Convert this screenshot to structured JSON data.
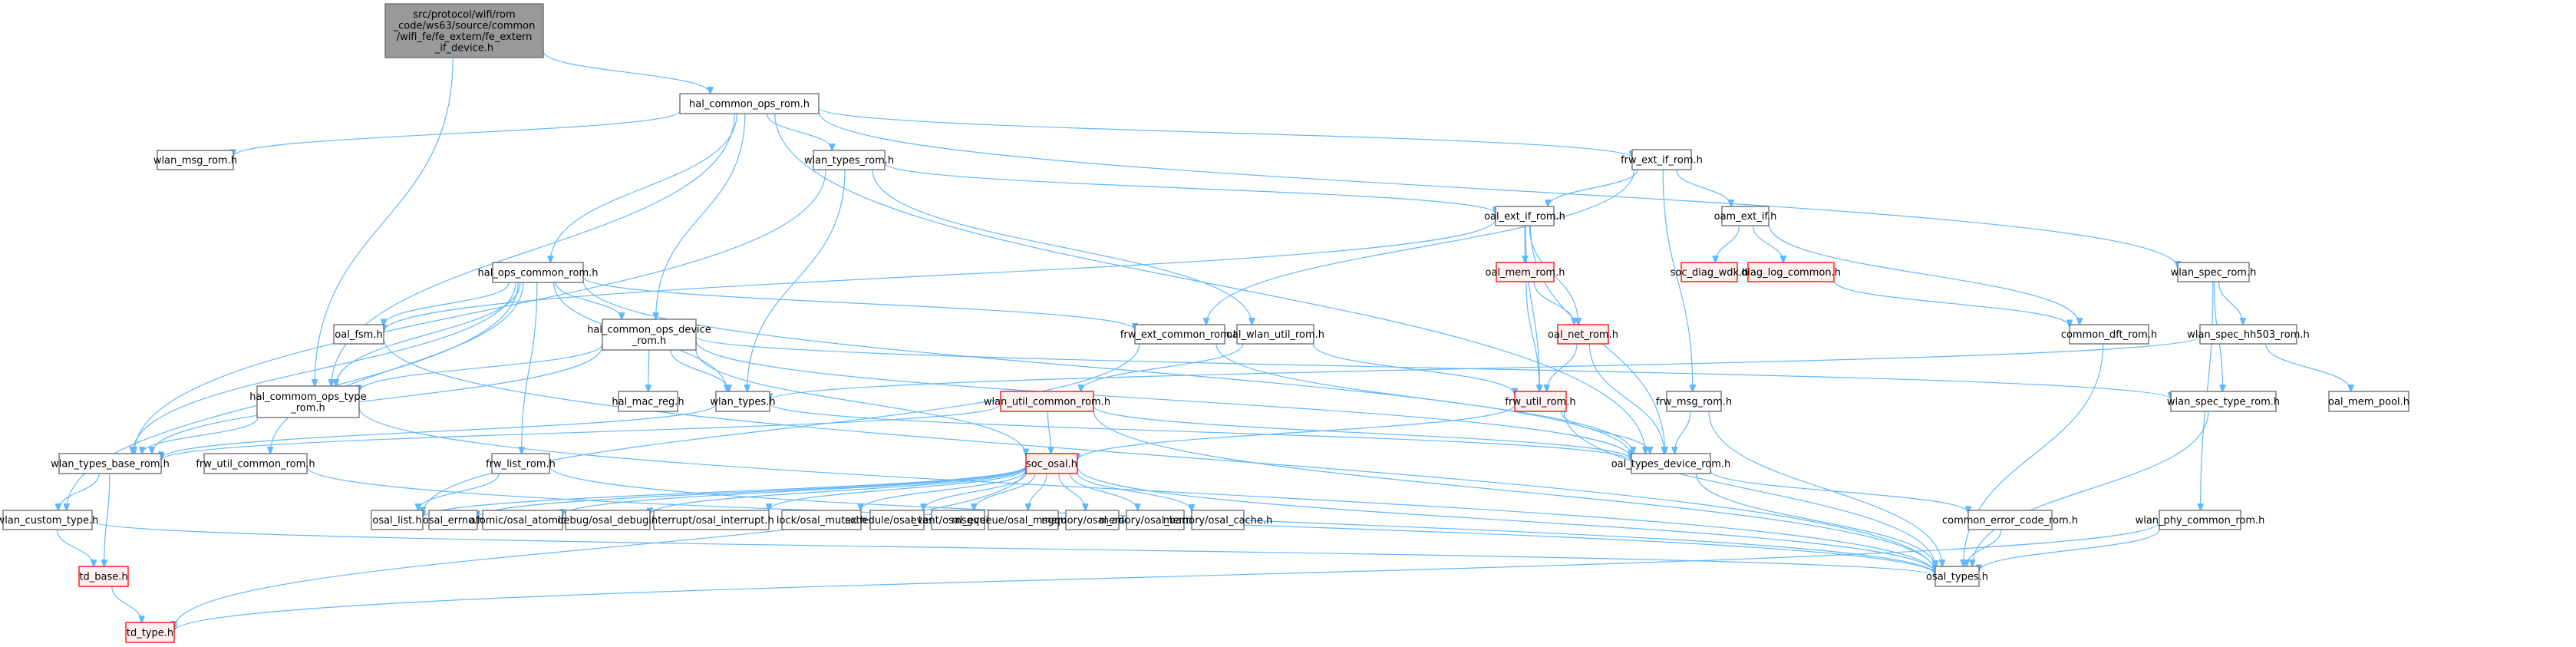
{
  "title": "Include dependency graph for fe_extern_if_device.h",
  "colors": {
    "edge": "#63b8ff",
    "root_fill": "#999999",
    "node_fill": "#ffffff",
    "node_border": "#666666",
    "missing_fill": "#fff0f0",
    "missing_border": "#ff0000"
  },
  "nodes": [
    {
      "id": "root",
      "label": [
        "src/protocol/wifi/rom",
        "_code/ws63/source/common",
        "/wifi_fe/fe_extern/fe_extern",
        "_if_device.h"
      ],
      "kind": "root"
    },
    {
      "id": "hal_common_ops_rom",
      "label": [
        "hal_common_ops_rom.h"
      ],
      "kind": "normal"
    },
    {
      "id": "wlan_msg_rom",
      "label": [
        "wlan_msg_rom.h"
      ],
      "kind": "normal"
    },
    {
      "id": "wlan_types_rom",
      "label": [
        "wlan_types_rom.h"
      ],
      "kind": "normal"
    },
    {
      "id": "frw_ext_if_rom",
      "label": [
        "frw_ext_if_rom.h"
      ],
      "kind": "normal"
    },
    {
      "id": "oal_ext_if_rom",
      "label": [
        "oal_ext_if_rom.h"
      ],
      "kind": "normal"
    },
    {
      "id": "oam_ext_if",
      "label": [
        "oam_ext_if.h"
      ],
      "kind": "normal"
    },
    {
      "id": "hal_ops_common_rom",
      "label": [
        "hal_ops_common_rom.h"
      ],
      "kind": "normal"
    },
    {
      "id": "oal_mem_rom",
      "label": [
        "oal_mem_rom.h"
      ],
      "kind": "missing"
    },
    {
      "id": "soc_diag_wdk",
      "label": [
        "soc_diag_wdk.h"
      ],
      "kind": "missing"
    },
    {
      "id": "diag_log_common",
      "label": [
        "diag_log_common.h"
      ],
      "kind": "missing"
    },
    {
      "id": "wlan_spec_rom",
      "label": [
        "wlan_spec_rom.h"
      ],
      "kind": "normal"
    },
    {
      "id": "oal_fsm",
      "label": [
        "oal_fsm.h"
      ],
      "kind": "normal"
    },
    {
      "id": "hal_common_ops_device_rom",
      "label": [
        "hal_common_ops_device",
        "_rom.h"
      ],
      "kind": "normal"
    },
    {
      "id": "frw_ext_common_rom",
      "label": [
        "frw_ext_common_rom.h"
      ],
      "kind": "normal"
    },
    {
      "id": "oal_wlan_util_rom",
      "label": [
        "oal_wlan_util_rom.h"
      ],
      "kind": "normal"
    },
    {
      "id": "oal_net_rom",
      "label": [
        "oal_net_rom.h"
      ],
      "kind": "missing"
    },
    {
      "id": "common_dft_rom",
      "label": [
        "common_dft_rom.h"
      ],
      "kind": "normal"
    },
    {
      "id": "wlan_spec_hh503_rom",
      "label": [
        "wlan_spec_hh503_rom.h"
      ],
      "kind": "normal"
    },
    {
      "id": "hal_commom_ops_type_rom",
      "label": [
        "hal_commom_ops_type",
        "_rom.h"
      ],
      "kind": "normal"
    },
    {
      "id": "hal_mac_reg",
      "label": [
        "hal_mac_reg.h"
      ],
      "kind": "normal"
    },
    {
      "id": "wlan_types",
      "label": [
        "wlan_types.h"
      ],
      "kind": "normal"
    },
    {
      "id": "wlan_util_common_rom",
      "label": [
        "wlan_util_common_rom.h"
      ],
      "kind": "missing"
    },
    {
      "id": "frw_util_rom",
      "label": [
        "frw_util_rom.h"
      ],
      "kind": "missing"
    },
    {
      "id": "frw_msg_rom",
      "label": [
        "frw_msg_rom.h"
      ],
      "kind": "normal"
    },
    {
      "id": "wlan_spec_type_rom",
      "label": [
        "wlan_spec_type_rom.h"
      ],
      "kind": "normal"
    },
    {
      "id": "oal_mem_pool",
      "label": [
        "oal_mem_pool.h"
      ],
      "kind": "normal"
    },
    {
      "id": "wlan_types_base_rom",
      "label": [
        "wlan_types_base_rom.h"
      ],
      "kind": "normal"
    },
    {
      "id": "frw_util_common_rom",
      "label": [
        "frw_util_common_rom.h"
      ],
      "kind": "normal"
    },
    {
      "id": "frw_list_rom",
      "label": [
        "frw_list_rom.h"
      ],
      "kind": "normal"
    },
    {
      "id": "soc_osal",
      "label": [
        "soc_osal.h"
      ],
      "kind": "missing"
    },
    {
      "id": "oal_types_device_rom",
      "label": [
        "oal_types_device_rom.h"
      ],
      "kind": "normal"
    },
    {
      "id": "wlan_custom_type",
      "label": [
        "wlan_custom_type.h"
      ],
      "kind": "normal"
    },
    {
      "id": "osal_list",
      "label": [
        "osal_list.h"
      ],
      "kind": "normal"
    },
    {
      "id": "osal_errno",
      "label": [
        "osal_errno.h"
      ],
      "kind": "normal"
    },
    {
      "id": "osal_atomic",
      "label": [
        "atomic/osal_atomic.h"
      ],
      "kind": "normal"
    },
    {
      "id": "osal_debug",
      "label": [
        "debug/osal_debug.h"
      ],
      "kind": "normal"
    },
    {
      "id": "osal_interrupt",
      "label": [
        "interrupt/osal_interrupt.h"
      ],
      "kind": "normal"
    },
    {
      "id": "osal_mutex",
      "label": [
        "lock/osal_mutex.h"
      ],
      "kind": "normal"
    },
    {
      "id": "osal_task",
      "label": [
        "schedule/osal_task.h"
      ],
      "kind": "normal"
    },
    {
      "id": "osal_event",
      "label": [
        "event/osal_event.h"
      ],
      "kind": "normal"
    },
    {
      "id": "osal_msgqueue",
      "label": [
        "msgqueue/osal_msgqueue.h"
      ],
      "kind": "normal"
    },
    {
      "id": "osal_addr",
      "label": [
        "memory/osal_addr.h"
      ],
      "kind": "normal"
    },
    {
      "id": "osal_barrier",
      "label": [
        "memory/osal_barrier.h"
      ],
      "kind": "normal"
    },
    {
      "id": "osal_cache",
      "label": [
        "memory/osal_cache.h"
      ],
      "kind": "normal"
    },
    {
      "id": "common_error_code_rom",
      "label": [
        "common_error_code_rom.h"
      ],
      "kind": "normal"
    },
    {
      "id": "wlan_phy_common_rom",
      "label": [
        "wlan_phy_common_rom.h"
      ],
      "kind": "normal"
    },
    {
      "id": "td_base",
      "label": [
        "td_base.h"
      ],
      "kind": "missing"
    },
    {
      "id": "osal_types",
      "label": [
        "osal_types.h"
      ],
      "kind": "normal"
    },
    {
      "id": "td_type",
      "label": [
        "td_type.h"
      ],
      "kind": "missing"
    }
  ],
  "edges": [
    [
      "root",
      "hal_common_ops_rom"
    ],
    [
      "root",
      "hal_commom_ops_type_rom"
    ],
    [
      "hal_common_ops_rom",
      "wlan_msg_rom"
    ],
    [
      "hal_common_ops_rom",
      "wlan_types_rom"
    ],
    [
      "hal_common_ops_rom",
      "frw_ext_if_rom"
    ],
    [
      "hal_common_ops_rom",
      "hal_ops_common_rom"
    ],
    [
      "hal_common_ops_rom",
      "hal_common_ops_device_rom"
    ],
    [
      "hal_common_ops_rom",
      "hal_commom_ops_type_rom"
    ],
    [
      "hal_common_ops_rom",
      "wlan_spec_rom"
    ],
    [
      "hal_common_ops_rom",
      "oal_types_device_rom"
    ],
    [
      "wlan_types_rom",
      "oal_ext_if_rom"
    ],
    [
      "wlan_types_rom",
      "wlan_types"
    ],
    [
      "wlan_types_rom",
      "oal_wlan_util_rom"
    ],
    [
      "wlan_types_rom",
      "wlan_types_base_rom"
    ],
    [
      "frw_ext_if_rom",
      "oal_ext_if_rom"
    ],
    [
      "frw_ext_if_rom",
      "oam_ext_if"
    ],
    [
      "frw_ext_if_rom",
      "frw_ext_common_rom"
    ],
    [
      "frw_ext_if_rom",
      "frw_msg_rom"
    ],
    [
      "oal_ext_if_rom",
      "oal_mem_rom"
    ],
    [
      "oal_ext_if_rom",
      "oal_net_rom"
    ],
    [
      "oal_ext_if_rom",
      "frw_util_rom"
    ],
    [
      "oal_ext_if_rom",
      "oal_types_device_rom"
    ],
    [
      "oal_ext_if_rom",
      "oal_fsm"
    ],
    [
      "oam_ext_if",
      "soc_diag_wdk"
    ],
    [
      "oam_ext_if",
      "diag_log_common"
    ],
    [
      "oam_ext_if",
      "common_dft_rom"
    ],
    [
      "diag_log_common",
      "common_dft_rom"
    ],
    [
      "oal_mem_rom",
      "oal_net_rom"
    ],
    [
      "oal_mem_rom",
      "frw_util_rom"
    ],
    [
      "oal_net_rom",
      "frw_util_rom"
    ],
    [
      "oal_net_rom",
      "oal_types_device_rom"
    ],
    [
      "wlan_spec_rom",
      "wlan_spec_hh503_rom"
    ],
    [
      "wlan_spec_rom",
      "wlan_spec_type_rom"
    ],
    [
      "wlan_spec_rom",
      "wlan_phy_common_rom"
    ],
    [
      "wlan_spec_hh503_rom",
      "oal_mem_pool"
    ],
    [
      "wlan_spec_hh503_rom",
      "wlan_types"
    ],
    [
      "hal_ops_common_rom",
      "oal_fsm"
    ],
    [
      "hal_ops_common_rom",
      "hal_common_ops_device_rom"
    ],
    [
      "hal_ops_common_rom",
      "frw_ext_common_rom"
    ],
    [
      "hal_ops_common_rom",
      "wlan_types"
    ],
    [
      "hal_ops_common_rom",
      "hal_commom_ops_type_rom"
    ],
    [
      "hal_ops_common_rom",
      "wlan_types_base_rom"
    ],
    [
      "hal_ops_common_rom",
      "frw_util_common_rom"
    ],
    [
      "hal_ops_common_rom",
      "frw_list_rom"
    ],
    [
      "hal_ops_common_rom",
      "wlan_custom_type"
    ],
    [
      "hal_ops_common_rom",
      "oal_types_device_rom"
    ],
    [
      "hal_common_ops_device_rom",
      "hal_mac_reg"
    ],
    [
      "hal_common_ops_device_rom",
      "wlan_types"
    ],
    [
      "hal_common_ops_device_rom",
      "hal_commom_ops_type_rom"
    ],
    [
      "hal_common_ops_device_rom",
      "wlan_types_base_rom"
    ],
    [
      "hal_common_ops_device_rom",
      "soc_osal"
    ],
    [
      "hal_common_ops_device_rom",
      "wlan_spec_type_rom"
    ],
    [
      "hal_common_ops_device_rom",
      "oal_types_device_rom"
    ],
    [
      "frw_ext_common_rom",
      "oal_types_device_rom"
    ],
    [
      "frw_ext_common_rom",
      "osal_list"
    ],
    [
      "oal_wlan_util_rom",
      "wlan_util_common_rom"
    ],
    [
      "oal_wlan_util_rom",
      "frw_util_rom"
    ],
    [
      "hal_commom_ops_type_rom",
      "wlan_types_base_rom"
    ],
    [
      "hal_commom_ops_type_rom",
      "osal_types"
    ],
    [
      "wlan_types",
      "wlan_types_base_rom"
    ],
    [
      "wlan_types",
      "oal_types_device_rom"
    ],
    [
      "wlan_util_common_rom",
      "soc_osal"
    ],
    [
      "wlan_util_common_rom",
      "wlan_types_base_rom"
    ],
    [
      "wlan_util_common_rom",
      "oal_types_device_rom"
    ],
    [
      "wlan_util_common_rom",
      "osal_types"
    ],
    [
      "frw_util_rom",
      "soc_osal"
    ],
    [
      "frw_util_rom",
      "oal_types_device_rom"
    ],
    [
      "frw_util_rom",
      "osal_types"
    ],
    [
      "frw_msg_rom",
      "oal_types_device_rom"
    ],
    [
      "frw_msg_rom",
      "osal_types"
    ],
    [
      "wlan_spec_type_rom",
      "osal_types"
    ],
    [
      "oal_fsm",
      "osal_types"
    ],
    [
      "wlan_types_base_rom",
      "wlan_custom_type"
    ],
    [
      "wlan_types_base_rom",
      "td_base"
    ],
    [
      "frw_util_common_rom",
      "osal_types"
    ],
    [
      "frw_list_rom",
      "osal_list"
    ],
    [
      "frw_list_rom",
      "osal_types"
    ],
    [
      "soc_osal",
      "osal_list"
    ],
    [
      "soc_osal",
      "osal_errno"
    ],
    [
      "soc_osal",
      "osal_atomic"
    ],
    [
      "soc_osal",
      "osal_debug"
    ],
    [
      "soc_osal",
      "osal_interrupt"
    ],
    [
      "soc_osal",
      "osal_mutex"
    ],
    [
      "soc_osal",
      "osal_task"
    ],
    [
      "soc_osal",
      "osal_event"
    ],
    [
      "soc_osal",
      "osal_msgqueue"
    ],
    [
      "soc_osal",
      "osal_addr"
    ],
    [
      "soc_osal",
      "osal_barrier"
    ],
    [
      "soc_osal",
      "osal_cache"
    ],
    [
      "soc_osal",
      "osal_types"
    ],
    [
      "soc_osal",
      "td_type"
    ],
    [
      "oal_types_device_rom",
      "osal_types"
    ],
    [
      "oal_types_device_rom",
      "common_error_code_rom"
    ],
    [
      "common_error_code_rom",
      "osal_types"
    ],
    [
      "common_dft_rom",
      "osal_types"
    ],
    [
      "wlan_phy_common_rom",
      "osal_types"
    ],
    [
      "wlan_phy_common_rom",
      "td_type"
    ],
    [
      "wlan_custom_type",
      "td_base"
    ],
    [
      "wlan_custom_type",
      "osal_types"
    ],
    [
      "td_base",
      "td_type"
    ]
  ]
}
